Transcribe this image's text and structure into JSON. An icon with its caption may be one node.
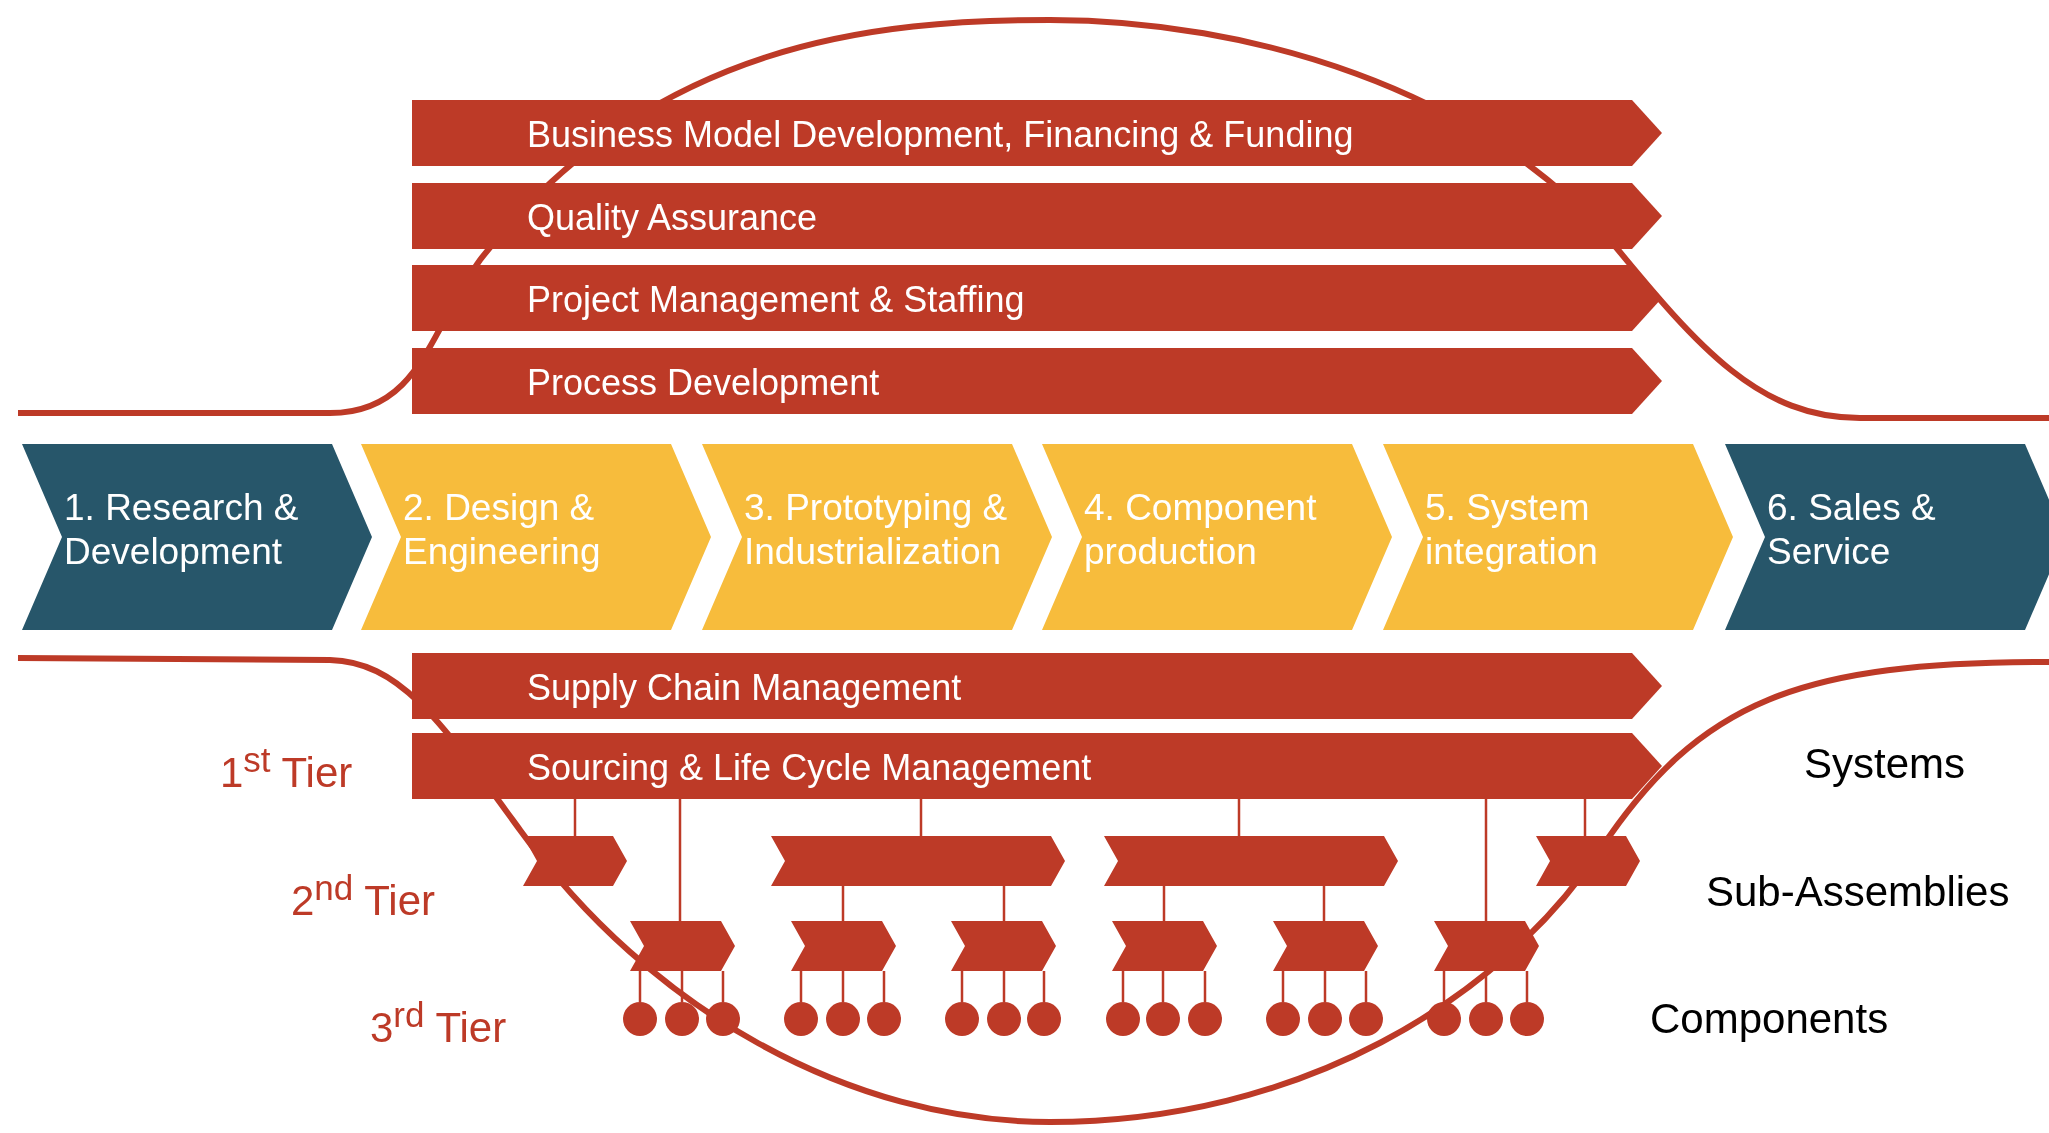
{
  "diagram": {
    "nodes": [
      {
        "text": [
          "Business Model Development, Financing & Funding"
        ]
      },
      {
        "text": [
          "Quality Assurance"
        ]
      },
      {
        "text": [
          "Project Management & Staffing"
        ]
      },
      {
        "text": [
          "Process Development"
        ]
      },
      {
        "text": [
          "1. Research & Development"
        ]
      },
      {
        "text": [
          "2. Design & Engineering"
        ]
      },
      {
        "text": [
          "3. Prototyping & Industrialization"
        ]
      },
      {
        "text": [
          "4. Component production"
        ]
      },
      {
        "text": [
          "5. System integration"
        ]
      },
      {
        "text": [
          "6. Sales & Service"
        ]
      },
      {
        "text": [
          "Supply Chain Management"
        ]
      },
      {
        "text": [
          "Sourcing & Life Cycle Management"
        ]
      },
      {
        "text": [],
        "shape": "arrow"
      },
      {
        "text": [],
        "shape": "arrow"
      },
      {
        "text": [],
        "shape": "arrow"
      },
      {
        "text": [],
        "shape": "arrow"
      },
      {
        "text": [],
        "shape": "arrow"
      },
      {
        "text": [],
        "shape": "arrow"
      },
      {
        "text": [],
        "shape": "arrow"
      },
      {
        "text": [],
        "shape": "arrow"
      },
      {
        "text": [],
        "shape": "arrow"
      },
      {
        "text": [],
        "shape": "arrow"
      },
      {
        "text": [],
        "shape": "circle"
      },
      {
        "text": [],
        "shape": "circle"
      },
      {
        "text": [],
        "shape": "circle"
      },
      {
        "text": [],
        "shape": "circle"
      },
      {
        "text": [],
        "shape": "circle"
      },
      {
        "text": [],
        "shape": "circle"
      },
      {
        "text": [],
        "shape": "circle"
      },
      {
        "text": [],
        "shape": "circle"
      },
      {
        "text": [],
        "shape": "circle"
      },
      {
        "text": [],
        "shape": "circle"
      },
      {
        "text": [],
        "shape": "circle"
      },
      {
        "text": [],
        "shape": "circle"
      },
      {
        "text": [],
        "shape": "circle"
      },
      {
        "text": [],
        "shape": "circle"
      },
      {
        "text": [],
        "shape": "circle"
      },
      {
        "text": [],
        "shape": "circle"
      },
      {
        "text": [],
        "shape": "circle"
      },
      {
        "text": [],
        "shape": "circle"
      }
    ],
    "edges": [
      {
        "from": 11,
        "to": 12,
        "arrow": "none"
      },
      {
        "from": 11,
        "to": 16,
        "arrow": "none"
      },
      {
        "from": 11,
        "to": 13,
        "arrow": "none"
      },
      {
        "from": 11,
        "to": 14,
        "arrow": "none"
      },
      {
        "from": 11,
        "to": 21,
        "arrow": "none"
      },
      {
        "from": 11,
        "to": 15,
        "arrow": "none"
      },
      {
        "from": 13,
        "to": 17,
        "arrow": "none"
      },
      {
        "from": 13,
        "to": 18,
        "arrow": "none"
      },
      {
        "from": 14,
        "to": 19,
        "arrow": "none"
      },
      {
        "from": 14,
        "to": 20,
        "arrow": "none"
      },
      {
        "from": 16,
        "to": 22,
        "arrow": "none"
      },
      {
        "from": 16,
        "to": 23,
        "arrow": "none"
      },
      {
        "from": 16,
        "to": 24,
        "arrow": "none"
      },
      {
        "from": 17,
        "to": 25,
        "arrow": "none"
      },
      {
        "from": 17,
        "to": 26,
        "arrow": "none"
      },
      {
        "from": 17,
        "to": 27,
        "arrow": "none"
      },
      {
        "from": 18,
        "to": 28,
        "arrow": "none"
      },
      {
        "from": 18,
        "to": 29,
        "arrow": "none"
      },
      {
        "from": 18,
        "to": 30,
        "arrow": "none"
      },
      {
        "from": 19,
        "to": 31,
        "arrow": "none"
      },
      {
        "from": 19,
        "to": 32,
        "arrow": "none"
      },
      {
        "from": 19,
        "to": 33,
        "arrow": "none"
      },
      {
        "from": 20,
        "to": 34,
        "arrow": "none"
      },
      {
        "from": 20,
        "to": 35,
        "arrow": "none"
      },
      {
        "from": 20,
        "to": 36,
        "arrow": "none"
      },
      {
        "from": 21,
        "to": 37,
        "arrow": "none"
      },
      {
        "from": 21,
        "to": 38,
        "arrow": "none"
      },
      {
        "from": 21,
        "to": 39,
        "arrow": "none"
      }
    ],
    "labels": [
      "1$^{st}$ Tier",
      "Systems",
      "2$^{nd}$ Tier",
      "Sub-Assemblies",
      "3$^{rd}$ Tier",
      "Components"
    ]
  }
}
